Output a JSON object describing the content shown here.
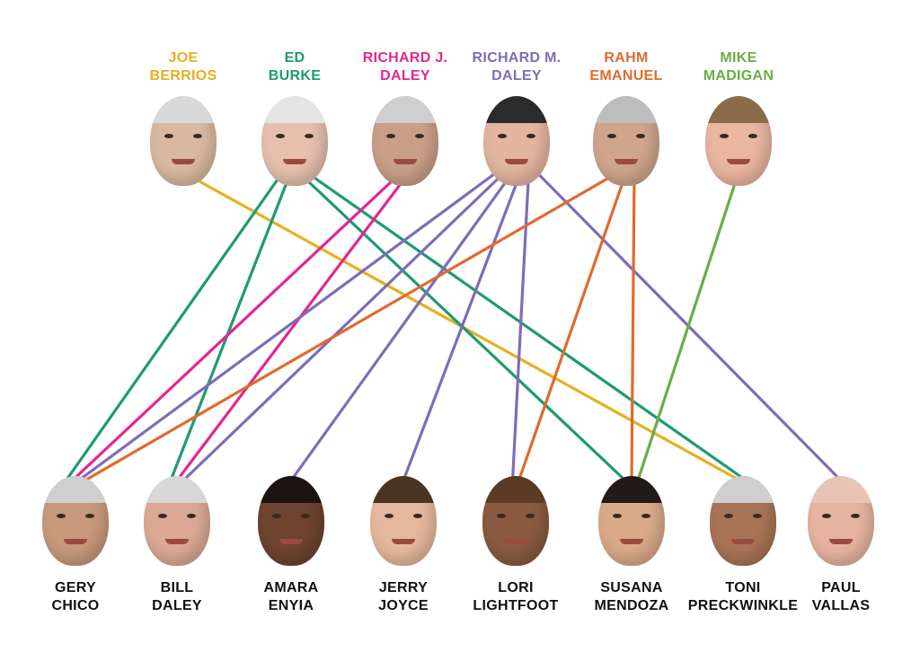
{
  "mentors": [
    {
      "id": "berrios",
      "lines": [
        "JOE",
        "BERRIOS"
      ],
      "color": "#e7b021",
      "skin": "#d9b9a0",
      "hair": "#d8d8d8"
    },
    {
      "id": "burke",
      "lines": [
        "ED",
        "BURKE"
      ],
      "color": "#1e9a74",
      "skin": "#e6bfae",
      "hair": "#e4e4e4"
    },
    {
      "id": "rjdaley",
      "lines": [
        "RICHARD J.",
        "DALEY"
      ],
      "color": "#e4278c",
      "skin": "#c99f88",
      "hair": "#cfcfcf"
    },
    {
      "id": "rmdaley",
      "lines": [
        "RICHARD M.",
        "DALEY"
      ],
      "color": "#7f6cb8",
      "skin": "#e2b59e",
      "hair": "#2b2b2b"
    },
    {
      "id": "emanuel",
      "lines": [
        "RAHM",
        "EMANUEL"
      ],
      "color": "#e06b2b",
      "skin": "#cfa58c",
      "hair": "#bdbdbd"
    },
    {
      "id": "madigan",
      "lines": [
        "MIKE",
        "MADIGAN"
      ],
      "color": "#6aad45",
      "skin": "#e9b6a0",
      "hair": "#8a6b4a"
    }
  ],
  "candidates": [
    {
      "id": "chico",
      "lines": [
        "GERY",
        "CHICO"
      ],
      "skin": "#c8997c",
      "hair": "#cfcfcf"
    },
    {
      "id": "bdaley",
      "lines": [
        "BILL",
        "DALEY"
      ],
      "skin": "#dca994",
      "hair": "#d7d7d7"
    },
    {
      "id": "enyia",
      "lines": [
        "AMARA",
        "ENYIA"
      ],
      "skin": "#6e4330",
      "hair": "#1c1410"
    },
    {
      "id": "joyce",
      "lines": [
        "JERRY",
        "JOYCE"
      ],
      "skin": "#e4b89c",
      "hair": "#4a3422"
    },
    {
      "id": "lightfoot",
      "lines": [
        "LORI",
        "LIGHTFOOT"
      ],
      "skin": "#8a5a40",
      "hair": "#5a3b24"
    },
    {
      "id": "mendoza",
      "lines": [
        "SUSANA",
        "MENDOZA"
      ],
      "skin": "#d9a98a",
      "hair": "#231a15"
    },
    {
      "id": "preckwinkle",
      "lines": [
        "TONI",
        "PRECKWINKLE"
      ],
      "skin": "#a87458",
      "hair": "#cfcfcf"
    },
    {
      "id": "vallas",
      "lines": [
        "PAUL",
        "VALLAS"
      ],
      "skin": "#e6b4a0",
      "hair": "#e8c4b4"
    }
  ],
  "links": [
    {
      "from": "berrios",
      "to": "preckwinkle"
    },
    {
      "from": "burke",
      "to": "chico"
    },
    {
      "from": "burke",
      "to": "bdaley"
    },
    {
      "from": "burke",
      "to": "mendoza"
    },
    {
      "from": "burke",
      "to": "preckwinkle"
    },
    {
      "from": "rjdaley",
      "to": "chico"
    },
    {
      "from": "rjdaley",
      "to": "bdaley"
    },
    {
      "from": "rmdaley",
      "to": "chico"
    },
    {
      "from": "rmdaley",
      "to": "bdaley"
    },
    {
      "from": "rmdaley",
      "to": "enyia"
    },
    {
      "from": "rmdaley",
      "to": "joyce"
    },
    {
      "from": "rmdaley",
      "to": "lightfoot"
    },
    {
      "from": "rmdaley",
      "to": "vallas"
    },
    {
      "from": "emanuel",
      "to": "chico"
    },
    {
      "from": "emanuel",
      "to": "lightfoot"
    },
    {
      "from": "emanuel",
      "to": "mendoza"
    },
    {
      "from": "madigan",
      "to": "mendoza"
    }
  ]
}
